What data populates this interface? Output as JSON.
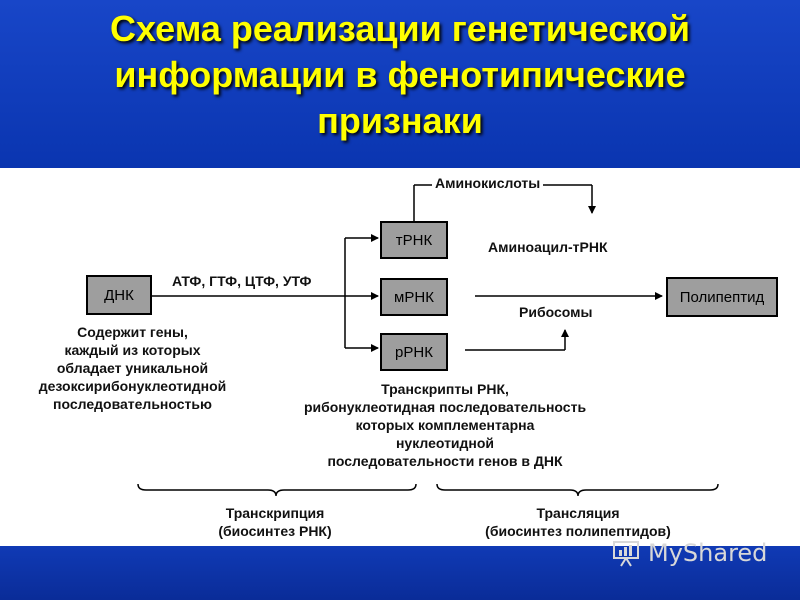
{
  "title": "Схема реализации генетической информации в фенотипические признаки",
  "nodes": {
    "dna": "ДНК",
    "trna": "тРНК",
    "mrna": "мРНК",
    "rrna": "рРНК",
    "polypeptide": "Полипептид"
  },
  "labels": {
    "amino_acids": "Аминокислоты",
    "aminoacyl_trna": "Аминоацил-тРНК",
    "ribosomes": "Рибосомы",
    "nucleotides": "АТФ, ГТФ, ЦТФ, УТФ",
    "dna_description": "Содержит гены,\nкаждый из которых\nобладает уникальной\nдезоксирибонуклеотидной\nпоследовательностью",
    "transcripts_description": "Транскрипты РНК,\nрибонуклеотидная последовательность\nкоторых комплементарна\nнуклеотидной\nпоследовательности генов в ДНК",
    "transcription": "Транскрипция\n(биосинтез РНК)",
    "translation": "Трансляция\n(биосинтез полипептидов)"
  },
  "watermark": "MyShared",
  "colors": {
    "header_bg": "#1846c8",
    "title": "#ffff00",
    "box_fill": "#9e9e9e"
  }
}
